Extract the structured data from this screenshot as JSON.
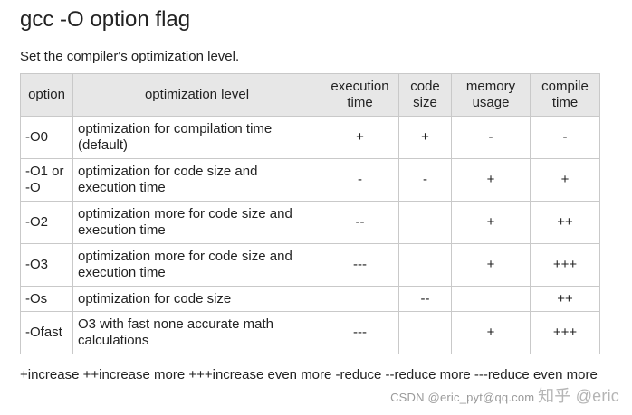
{
  "title": "gcc -O option flag",
  "subtitle": "Set the compiler's optimization level.",
  "table": {
    "headers": [
      "option",
      "optimization level",
      "execution time",
      "code size",
      "memory usage",
      "compile time"
    ],
    "rows": [
      [
        "-O0",
        "optimization for compilation time (default)",
        "+",
        "+",
        "-",
        "-"
      ],
      [
        "-O1 or -O",
        "optimization for code size and execution time",
        "-",
        "-",
        "+",
        "+"
      ],
      [
        "-O2",
        "optimization more for code size and execution time",
        "--",
        "",
        "+",
        "++"
      ],
      [
        "-O3",
        "optimization more for code size and execution time",
        "---",
        "",
        "+",
        "+++"
      ],
      [
        "-Os",
        "optimization for code size",
        "",
        "--",
        "",
        "++"
      ],
      [
        "-Ofast",
        "O3 with fast none accurate math calculations",
        "---",
        "",
        "+",
        "+++"
      ]
    ]
  },
  "legend": "+increase ++increase more +++increase even more -reduce --reduce more ---reduce even more",
  "watermark": {
    "platform": "CSDN",
    "user": "@eric_pyt@qq.com",
    "zhihu": "知乎 @eric"
  }
}
